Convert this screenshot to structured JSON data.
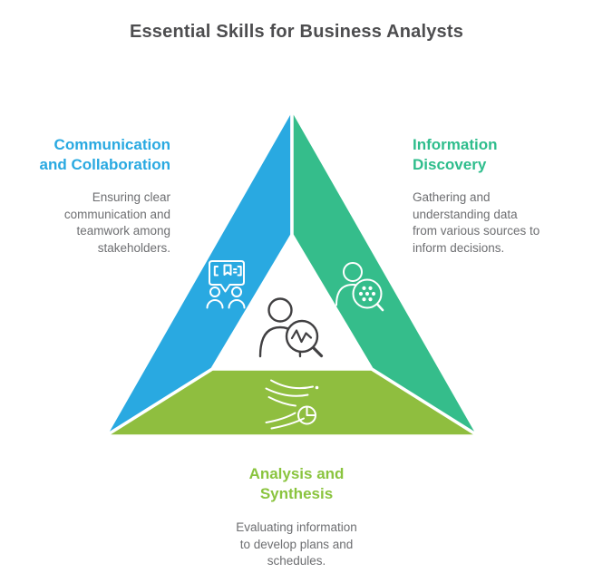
{
  "title": "Essential Skills for Business Analysts",
  "colors": {
    "background": "#ffffff",
    "title_text": "#4d4d4f",
    "body_text": "#6d6e71",
    "separator": "#ffffff",
    "center_icon": "#414042"
  },
  "segments": [
    {
      "name": "Communication and Collaboration",
      "color": "#29a9e1",
      "heading_color": "#29a9e1",
      "heading_lines": [
        "Communication",
        "and Collaboration"
      ],
      "desc_lines": [
        "Ensuring clear",
        "communication and",
        "teamwork among",
        "stakeholders."
      ],
      "icon": "speech-bubble-book-with-two-people-icon"
    },
    {
      "name": "Information Discovery",
      "color": "#35bd8b",
      "heading_color": "#2ebd8c",
      "heading_lines": [
        "Information",
        "Discovery"
      ],
      "desc_lines": [
        "Gathering and",
        "understanding data",
        "from various sources to",
        "inform decisions."
      ],
      "icon": "person-with-data-magnifier-icon"
    },
    {
      "name": "Analysis and Synthesis",
      "color": "#8fbe3f",
      "heading_color": "#8ac43e",
      "heading_lines": [
        "Analysis and",
        "Synthesis"
      ],
      "desc_lines": [
        "Evaluating information",
        "to develop plans and",
        "schedules."
      ],
      "icon": "flow-lines-pie-chart-icon"
    }
  ],
  "center_icon": "analyst-person-with-chart-magnifier-icon"
}
